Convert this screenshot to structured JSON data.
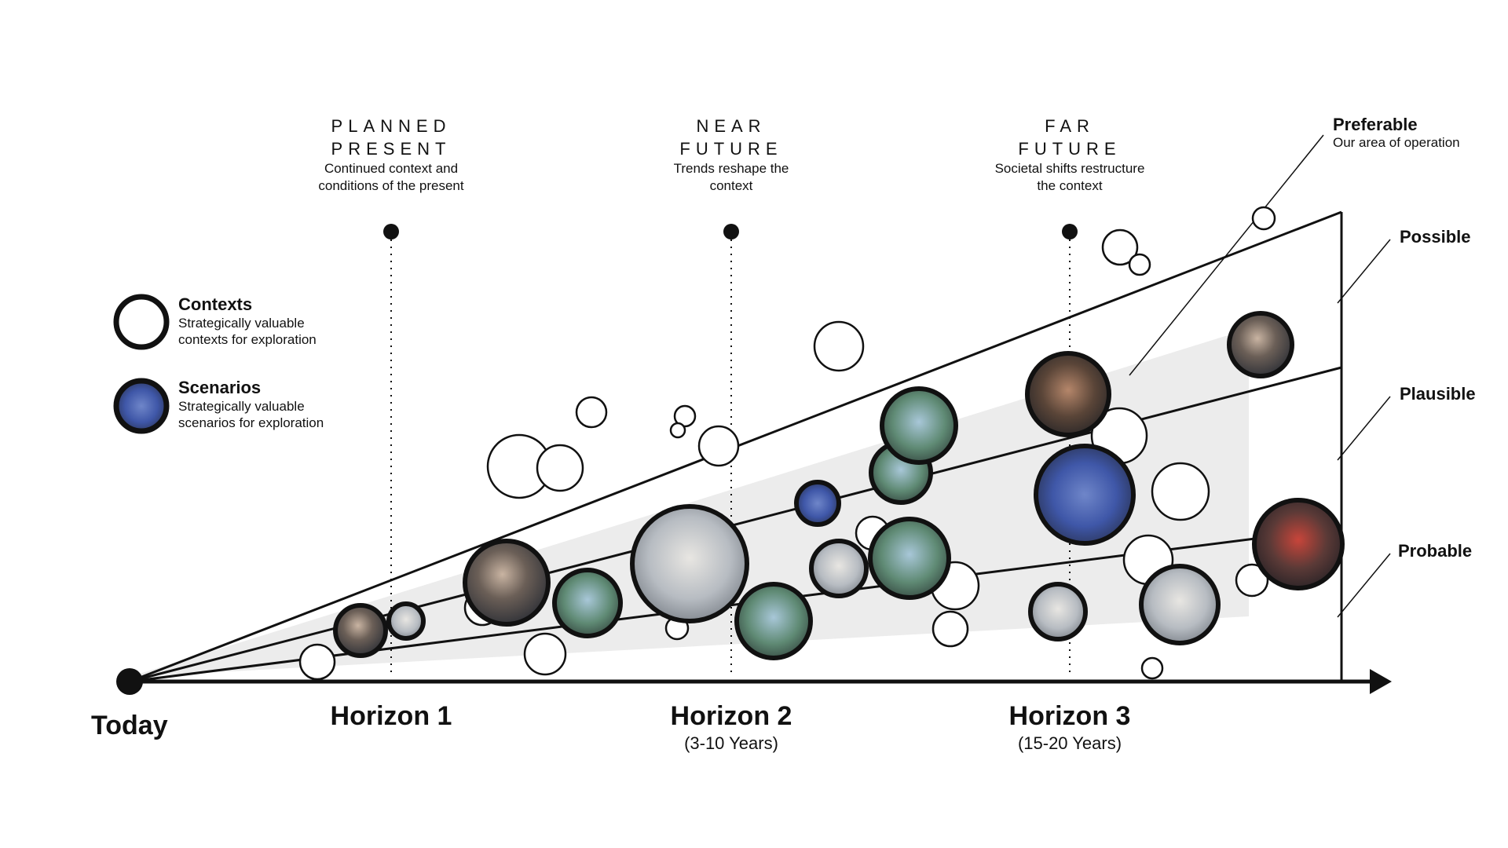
{
  "columns": [
    {
      "heading_line1": "PLANNED",
      "heading_line2": "PRESENT",
      "desc_line1": "Continued context and",
      "desc_line2": "conditions of the present"
    },
    {
      "heading_line1": "NEAR",
      "heading_line2": "FUTURE",
      "desc_line1": "Trends reshape the",
      "desc_line2": "context"
    },
    {
      "heading_line1": "FAR",
      "heading_line2": "FUTURE",
      "desc_line1": "Societal shifts restructure",
      "desc_line2": "the context"
    }
  ],
  "timeline": {
    "start_label": "Today",
    "horizons": [
      {
        "label": "Horizon 1",
        "sub": ""
      },
      {
        "label": "Horizon 2",
        "sub": "(3-10 Years)"
      },
      {
        "label": "Horizon 3",
        "sub": "(15-20 Years)"
      }
    ]
  },
  "cone": {
    "preferable": {
      "label": "Preferable",
      "sub": "Our area of operation"
    },
    "possible": "Possible",
    "plausible": "Plausible",
    "probable": "Probable"
  },
  "legend": {
    "contexts": {
      "title": "Contexts",
      "line1": "Strategically valuable",
      "line2": "contexts for exploration"
    },
    "scenarios": {
      "title": "Scenarios",
      "line1": "Strategically valuable",
      "line2": "scenarios for exploration"
    }
  },
  "colors": {
    "ink": "#111111",
    "preferable_fill": "#ececec",
    "photo_dark": "#3a3d44",
    "photo_light": "#aeb6c0"
  }
}
